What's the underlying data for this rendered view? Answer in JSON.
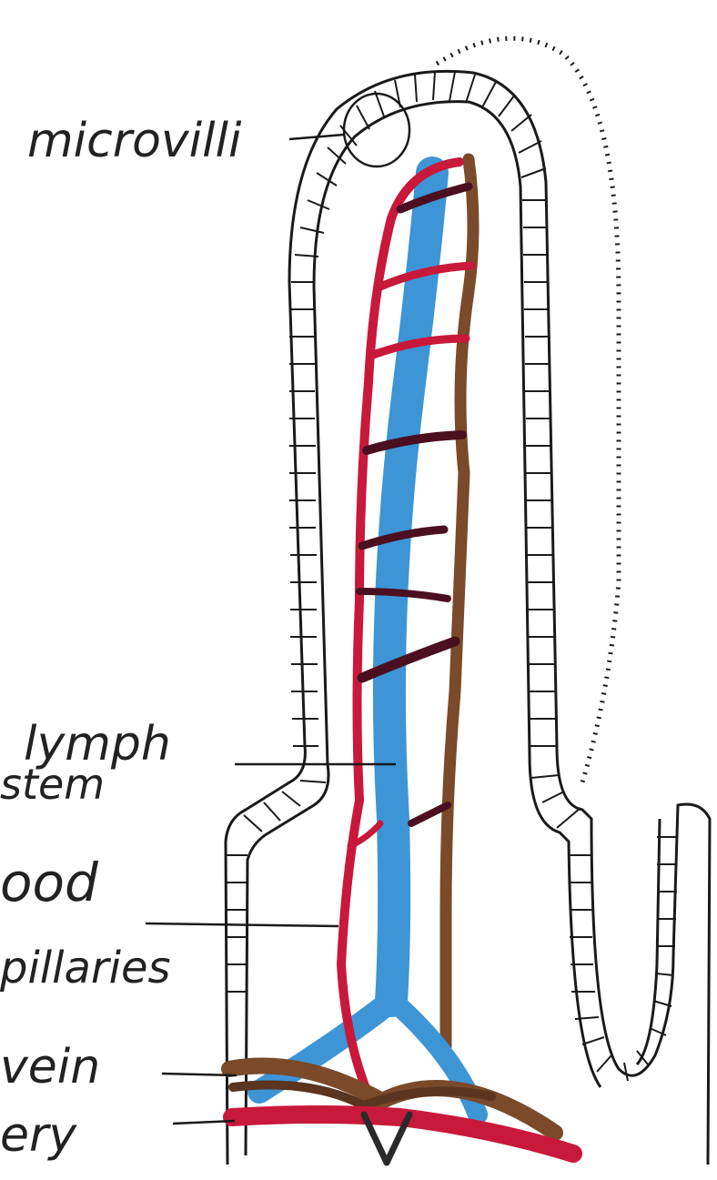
{
  "labels": {
    "microvilli": "microvilli",
    "lymph_line1": "lymph",
    "lymph_line2": "stem",
    "blood_line1": "ood",
    "blood_line2": "pillaries",
    "vein": "vein",
    "artery": "ery"
  },
  "colors": {
    "outline": "#1a1a1a",
    "artery": "#c8193a",
    "lymph": "#3d95d6",
    "vein": "#7a4a2a",
    "dark_connector": "#4a1020",
    "background": "#ffffff"
  }
}
